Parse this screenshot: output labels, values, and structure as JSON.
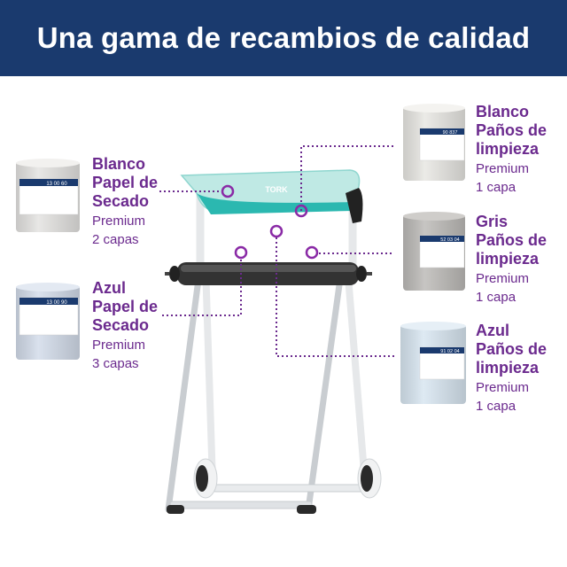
{
  "header": {
    "title": "Una gama de recambios de calidad"
  },
  "colors": {
    "header_bg": "#1a3a6e",
    "accent": "#6b2a8e",
    "teal": "#2bb8b0"
  },
  "products": [
    {
      "id": "blanco-secado",
      "name_lines": [
        "Blanco",
        "Papel de",
        "Secado"
      ],
      "grade": "Premium",
      "ply": "2 capas",
      "code": "13 00 60",
      "roll_color": "#e4e3e1"
    },
    {
      "id": "azul-secado",
      "name_lines": [
        "Azul",
        "Papel de",
        "Secado"
      ],
      "grade": "Premium",
      "ply": "3 capas",
      "code": "13 00 90",
      "roll_color": "#d3dcea"
    },
    {
      "id": "blanco-panos",
      "name_lines": [
        "Blanco",
        "Paños de",
        "limpieza"
      ],
      "grade": "Premium",
      "ply": "1 capa",
      "code": "90 837",
      "roll_color": "#e8e7e3"
    },
    {
      "id": "gris-panos",
      "name_lines": [
        "Gris",
        "Paños de",
        "limpieza"
      ],
      "grade": "Premium",
      "ply": "1 capa",
      "code": "52 03 04",
      "roll_color": "#bdbbb8"
    },
    {
      "id": "azul-panos",
      "name_lines": [
        "Azul",
        "Paños de",
        "limpieza"
      ],
      "grade": "Premium",
      "ply": "1 capa",
      "code": "91 02 04",
      "roll_color": "#d8e6f1"
    }
  ],
  "brand": {
    "logo_text": "TORK"
  }
}
